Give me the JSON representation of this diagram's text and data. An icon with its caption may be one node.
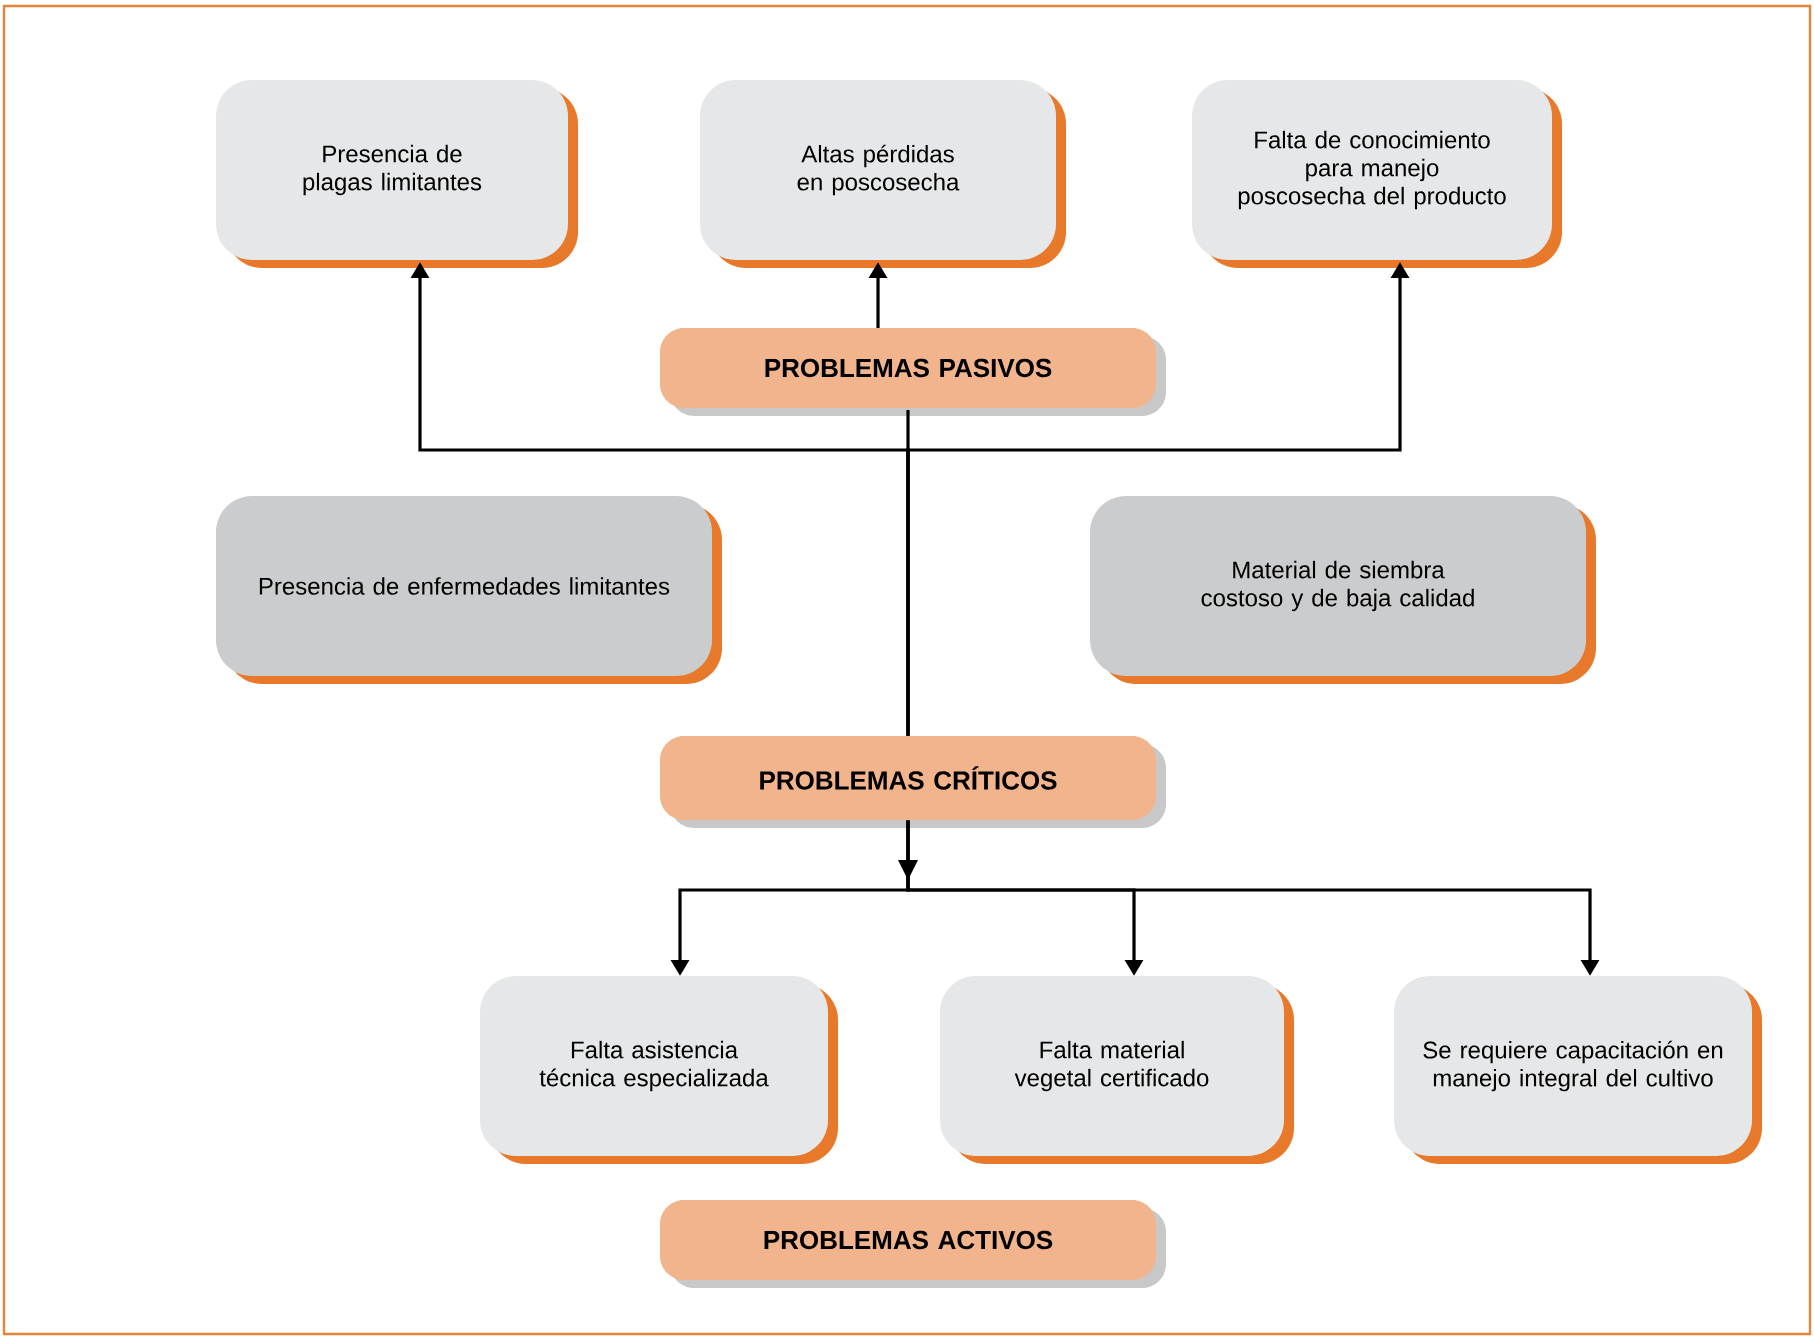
{
  "diagram": {
    "nodes": [
      {
        "text": [
          "Presencia de plagas limitantes"
        ]
      },
      {
        "text": [
          "Altas pérdidas en poscosecha"
        ]
      },
      {
        "text": [
          "Falta de conocimiento para manejo poscosecha del producto"
        ]
      },
      {
        "text": [
          "PROBLEMAS PASIVOS"
        ]
      },
      {
        "text": [
          "Presencia de enfermedades limitantes"
        ]
      },
      {
        "text": [
          "Material de siembra costoso y de baja calidad"
        ]
      },
      {
        "text": [
          "PROBLEMAS CRÍTICOS"
        ]
      },
      {
        "text": [
          "Falta asistencia técnica especializada"
        ]
      },
      {
        "text": [
          "Falta material vegetal certificado"
        ]
      },
      {
        "text": [
          "Se requiere capacitación en manejo integral del cultivo"
        ]
      },
      {
        "text": [
          "PROBLEMAS ACTIVOS"
        ]
      }
    ],
    "edges": [
      {
        "from": 6,
        "to": 3,
        "arrow": "none"
      },
      {
        "from": 3,
        "to": 1,
        "arrow": "to"
      },
      {
        "from": 6,
        "to": 0,
        "arrow": "to"
      },
      {
        "from": 6,
        "to": 2,
        "arrow": "to"
      },
      {
        "from": 6,
        "to": 7,
        "arrow": "to"
      },
      {
        "from": 6,
        "to": 8,
        "arrow": "to"
      },
      {
        "from": 6,
        "to": 9,
        "arrow": "to"
      }
    ]
  }
}
